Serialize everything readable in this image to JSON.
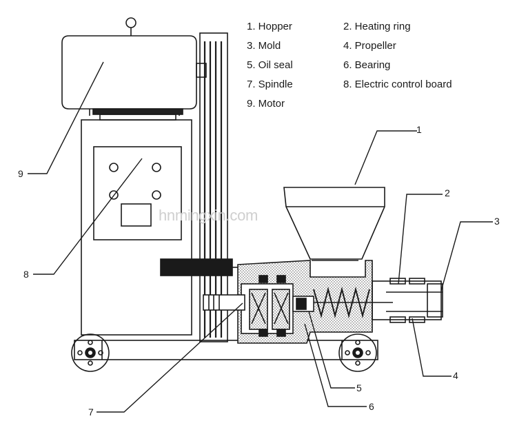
{
  "legend": [
    {
      "label": "1. Hopper"
    },
    {
      "label": "2. Heating ring"
    },
    {
      "label": "3. Mold"
    },
    {
      "label": "4. Propeller"
    },
    {
      "label": "5. Oil seal"
    },
    {
      "label": "6. Bearing"
    },
    {
      "label": "7. Spindle"
    },
    {
      "label": "8. Electric control board"
    },
    {
      "label": "9. Motor"
    }
  ],
  "callouts": [
    "1",
    "2",
    "3",
    "4",
    "5",
    "6",
    "7",
    "8",
    "9"
  ],
  "watermark": "hnmingxin.com",
  "colors": {
    "line": "#1a1a1a",
    "dark_fill": "#222222",
    "hatch": "#555555",
    "watermark": "#cfcfcf"
  }
}
